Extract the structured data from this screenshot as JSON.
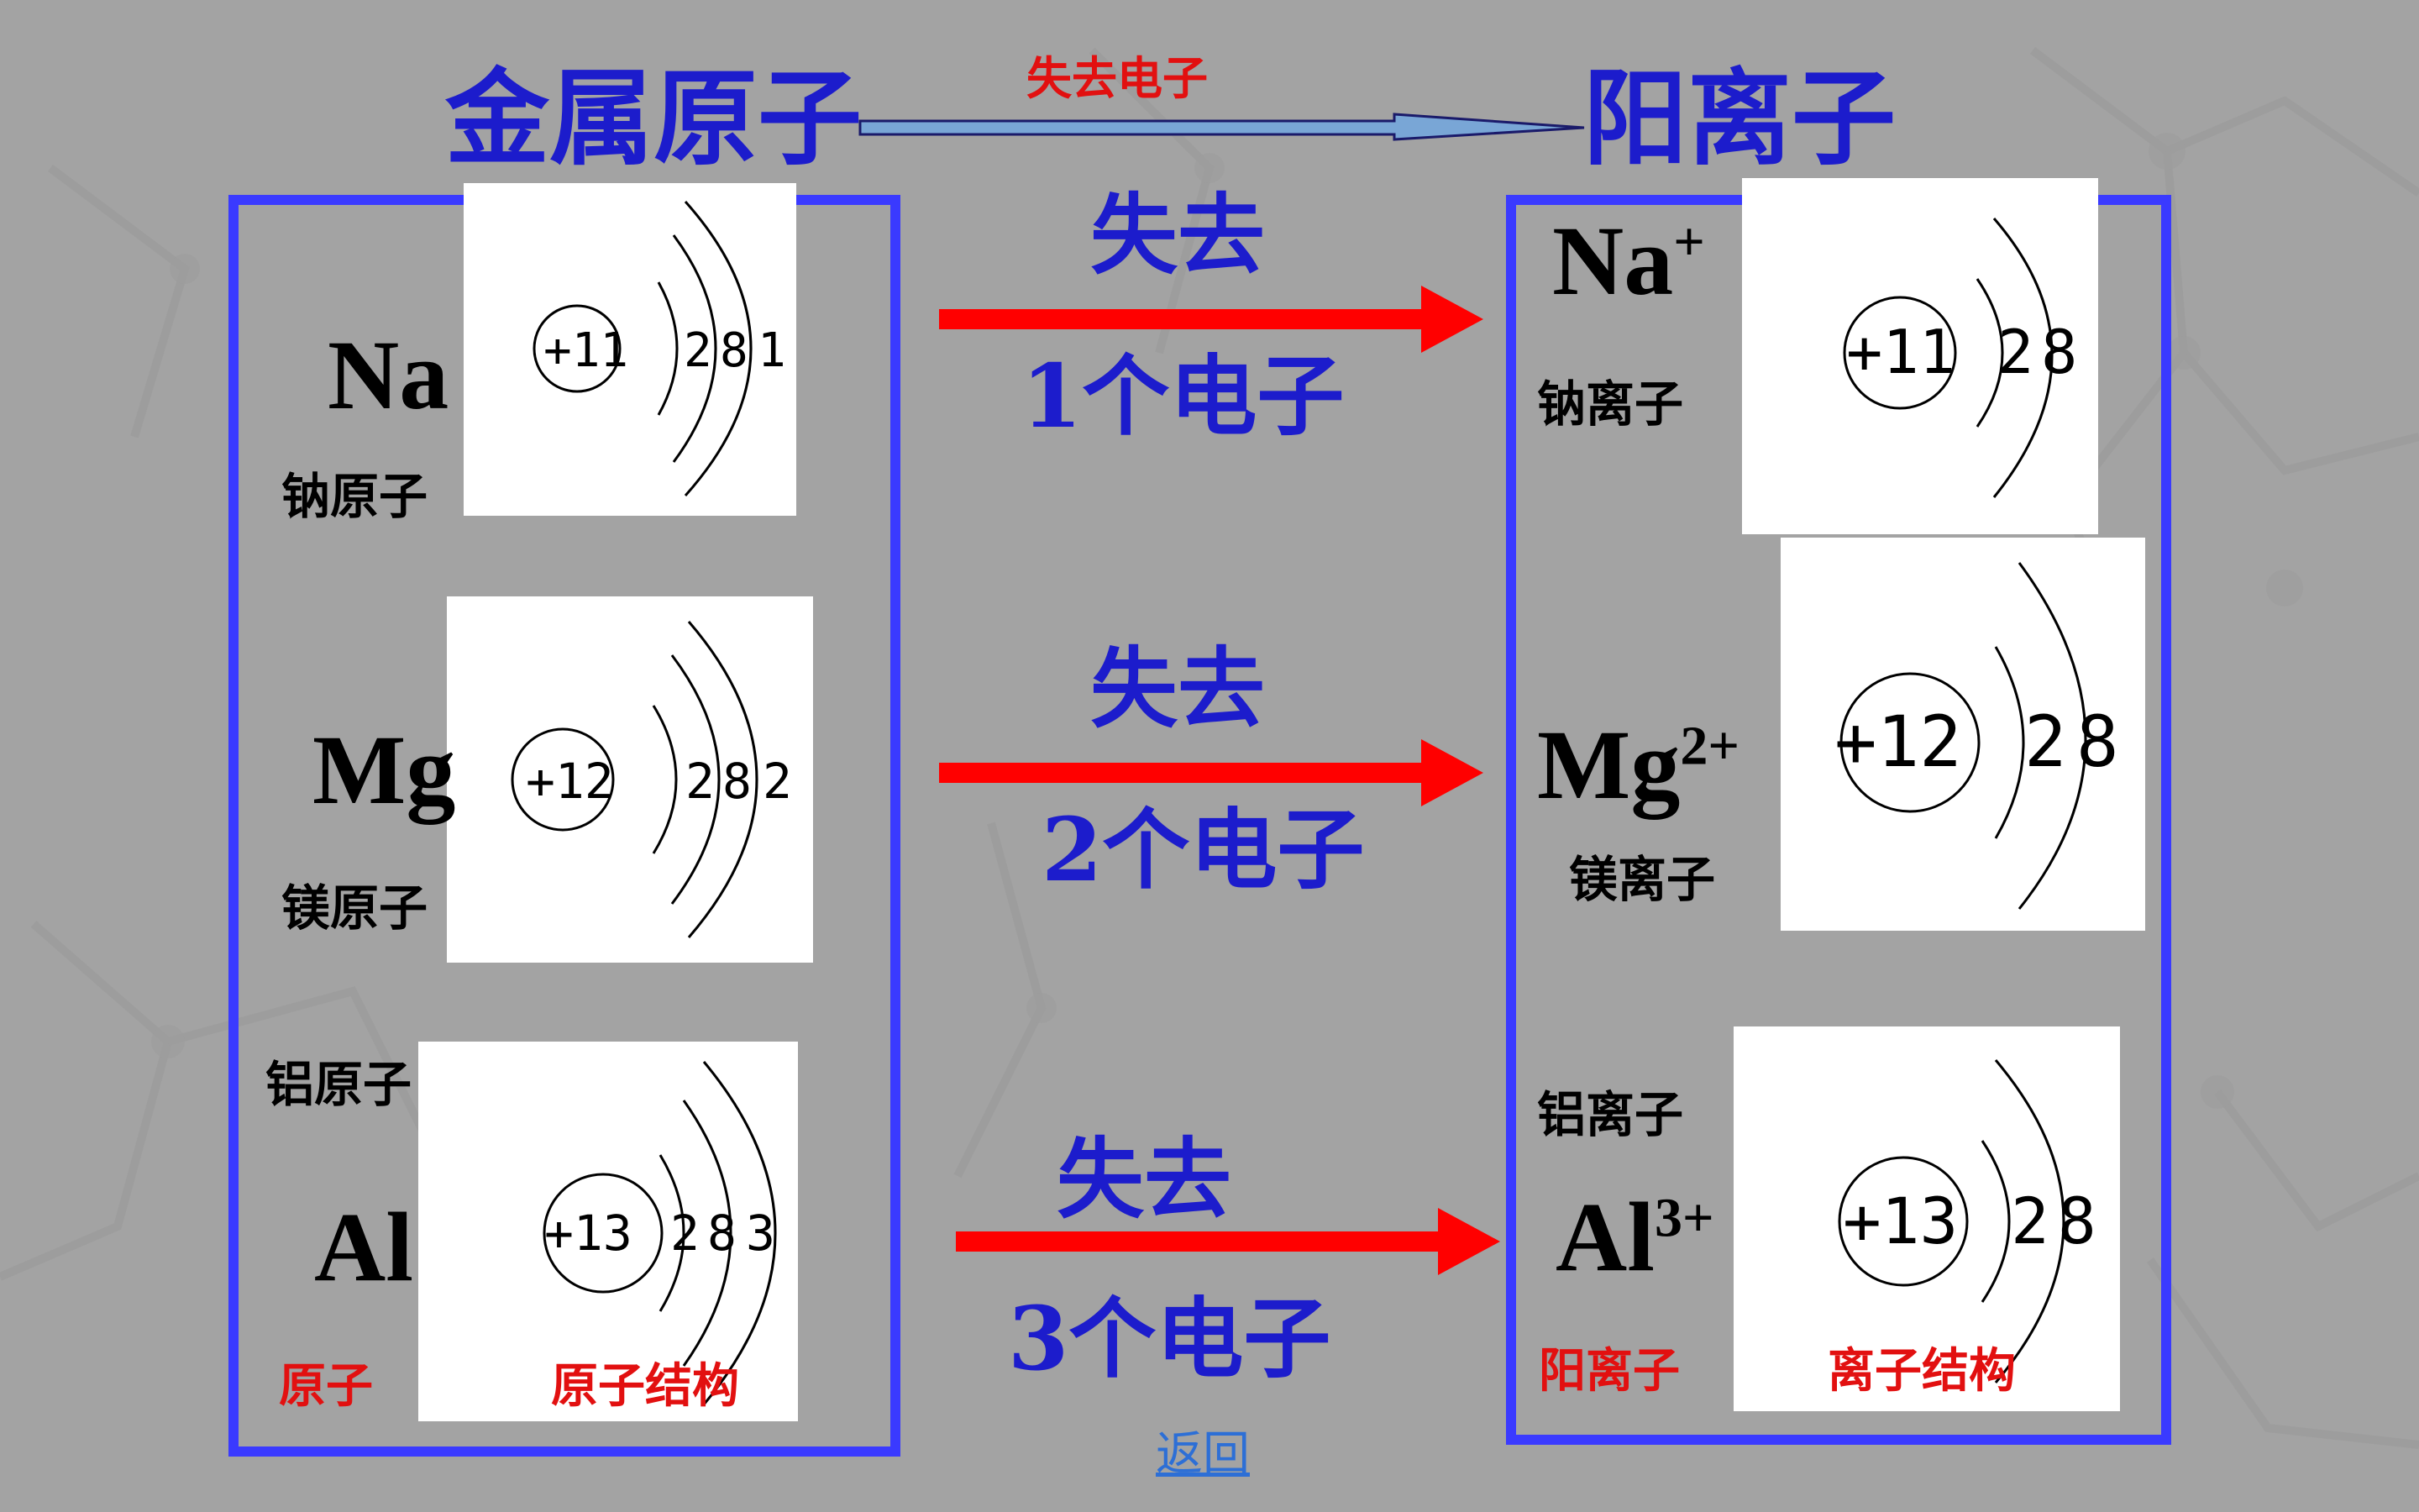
{
  "header": {
    "left_title": "金属原子",
    "right_title": "阳离子",
    "arrow_label": "失去电子"
  },
  "atoms": [
    {
      "symbol": "Na",
      "name": "钠原子",
      "structure": [
        "+11",
        "2",
        "8",
        "1"
      ]
    },
    {
      "symbol": "Mg",
      "name": "镁原子",
      "structure": [
        "+12",
        "2",
        "8",
        "2"
      ]
    },
    {
      "symbol": "Al",
      "name": "铝原子",
      "structure": [
        "+13",
        "2",
        "8",
        "3"
      ]
    }
  ],
  "ions": [
    {
      "symbol": "Na",
      "charge": "+",
      "name": "钠离子",
      "structure": [
        "+11",
        "2",
        "8"
      ]
    },
    {
      "symbol": "Mg",
      "charge": "2+",
      "name": "镁离子",
      "structure": [
        "+12",
        "2",
        "8"
      ]
    },
    {
      "symbol": "Al",
      "charge": "3+",
      "name": "铝离子",
      "structure": [
        "+13",
        "2",
        "8"
      ]
    }
  ],
  "transitions": [
    {
      "top": "失去",
      "bottom": "1个电子"
    },
    {
      "top": "失去",
      "bottom": "2个电子"
    },
    {
      "top": "失去",
      "bottom": "3个电子"
    }
  ],
  "footer_labels": {
    "atom": "原子",
    "atom_structure": "原子结构",
    "ion": "阳离子",
    "ion_structure": "离子结构"
  },
  "back_link": "返回",
  "colors": {
    "background": "#a3a3a3",
    "title_blue": "#1c1ccc",
    "frame_blue": "#3a3aff",
    "arrow_red": "#ff0000",
    "label_red": "#e21010",
    "link_blue": "#2d6fd6"
  }
}
